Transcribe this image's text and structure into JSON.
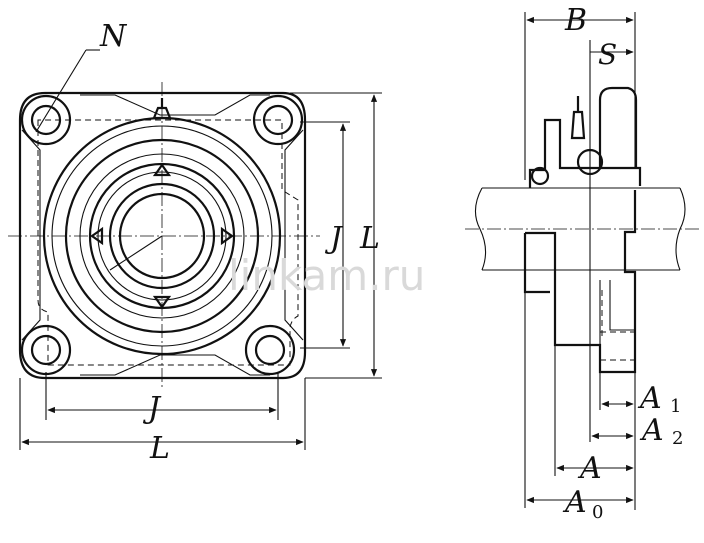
{
  "watermark": "linkam.ru",
  "front_view": {
    "label_N": "N",
    "label_J_vertical": "J",
    "label_L_vertical": "L",
    "label_J_horizontal": "J",
    "label_L_horizontal": "L"
  },
  "side_view": {
    "label_B": "B",
    "label_S": "S",
    "label_A1": "A",
    "label_A1_sub": "1",
    "label_A2": "A",
    "label_A2_sub": "2",
    "label_A": "A",
    "label_A0": "A",
    "label_A0_sub": "0"
  }
}
